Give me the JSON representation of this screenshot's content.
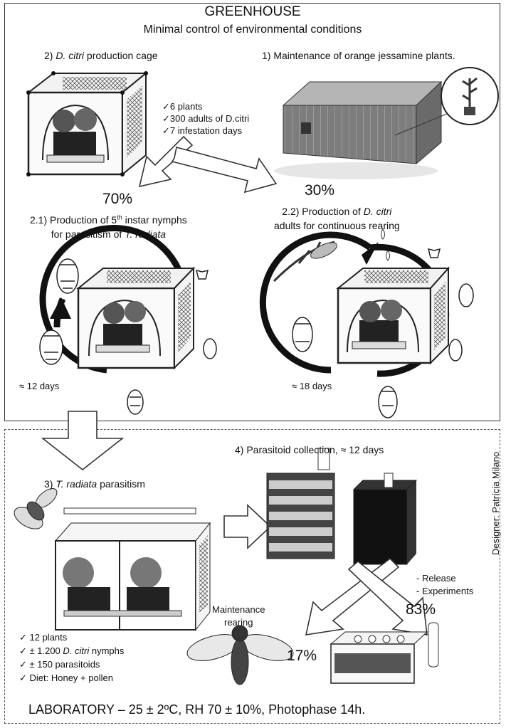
{
  "greenhouse": {
    "title": "GREENHOUSE",
    "subtitle": "Minimal control of environmental conditions",
    "step2": {
      "prefix": "2) ",
      "italic": "D. citri",
      "suffix": " production cage"
    },
    "step1": "1) Maintenance of orange jessamine plants.",
    "cage_conditions": [
      "✓6 plants",
      "✓300 adults of D.citri",
      "✓7 infestation days"
    ],
    "pct_left": "70%",
    "pct_right": "30%",
    "step21": {
      "line1_prefix": "2.1) Production of 5",
      "line1_sup": "th",
      "line1_suffix": " instar nymphs",
      "line2_prefix": "for parasitism of ",
      "line2_italic": "T. radiata"
    },
    "step22": {
      "line1_prefix": "2.2) Production of ",
      "line1_italic": "D. citri",
      "line2": "adults for continuous rearing"
    },
    "days_left": "≈ 12 days",
    "days_right": "≈ 18 days"
  },
  "laboratory": {
    "step4": "4) Parasitoid collection, ≈ 12 days",
    "step3": {
      "prefix": "3) ",
      "italic": "T. radiata",
      "suffix": " parasitism"
    },
    "release": [
      "- Release",
      "- Experiments"
    ],
    "pct_83": "83%",
    "pct_17": "17%",
    "maintenance": [
      "Maintenance",
      "rearing"
    ],
    "checklist": [
      "✓ 12 plants",
      "✓ ± 1.200 ",
      "D. citri",
      " nymphs",
      "✓ ± 150 parasitoids",
      "✓ Diet: Honey + pollen"
    ],
    "footer": "LABORATORY – 25 ± 2ºC,  RH 70 ± 10%, Photophase 14h.",
    "designer": "Designer: Patrícia Milano"
  },
  "colors": {
    "arrow_fill": "#ffffff",
    "arrow_stroke": "#333333",
    "cycle": "#111111",
    "greenhouse": "#8a8a8a"
  }
}
